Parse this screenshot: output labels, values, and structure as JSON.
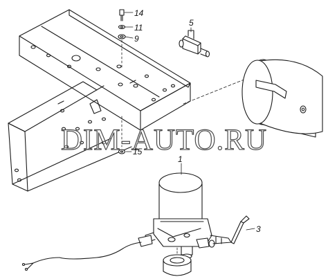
{
  "watermark": "DIM-AUTO.RU",
  "callouts": {
    "c14": "14",
    "c11": "11",
    "c9": "9",
    "c5": "5",
    "c15": "15",
    "c1": "1",
    "c3": "3"
  },
  "colors": {
    "line": "#1a1a1a",
    "background": "#ffffff"
  }
}
